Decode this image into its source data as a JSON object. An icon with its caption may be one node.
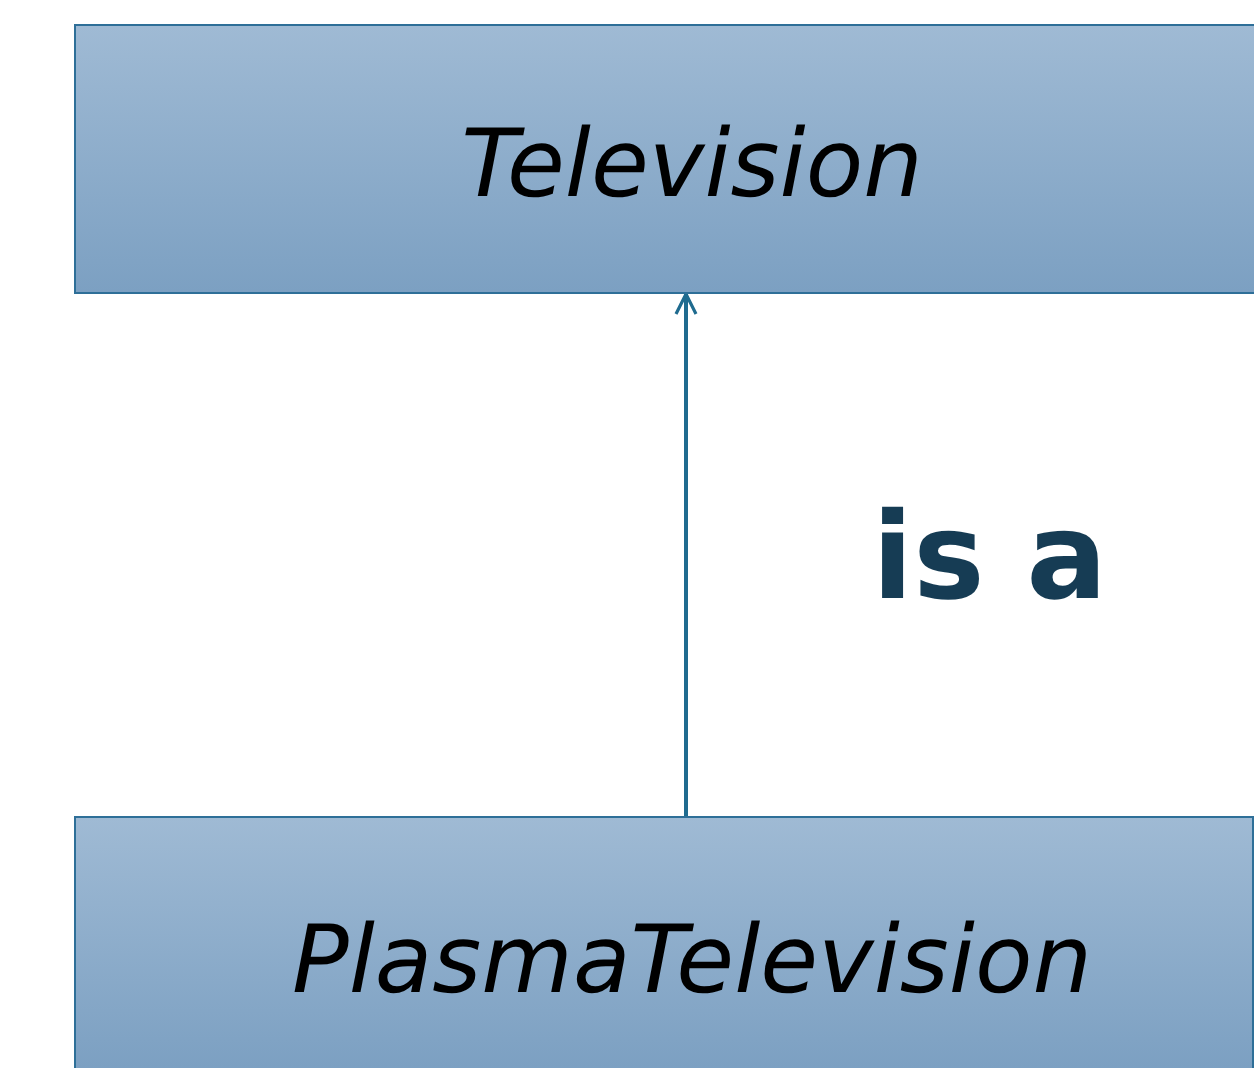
{
  "diagram": {
    "nodes": [
      {
        "text": [
          "Television"
        ]
      },
      {
        "text": [
          "PlasmaTelevision"
        ]
      }
    ],
    "edges": [
      {
        "from": 1,
        "to": 0,
        "arrow": "to",
        "label": "is a"
      }
    ]
  }
}
